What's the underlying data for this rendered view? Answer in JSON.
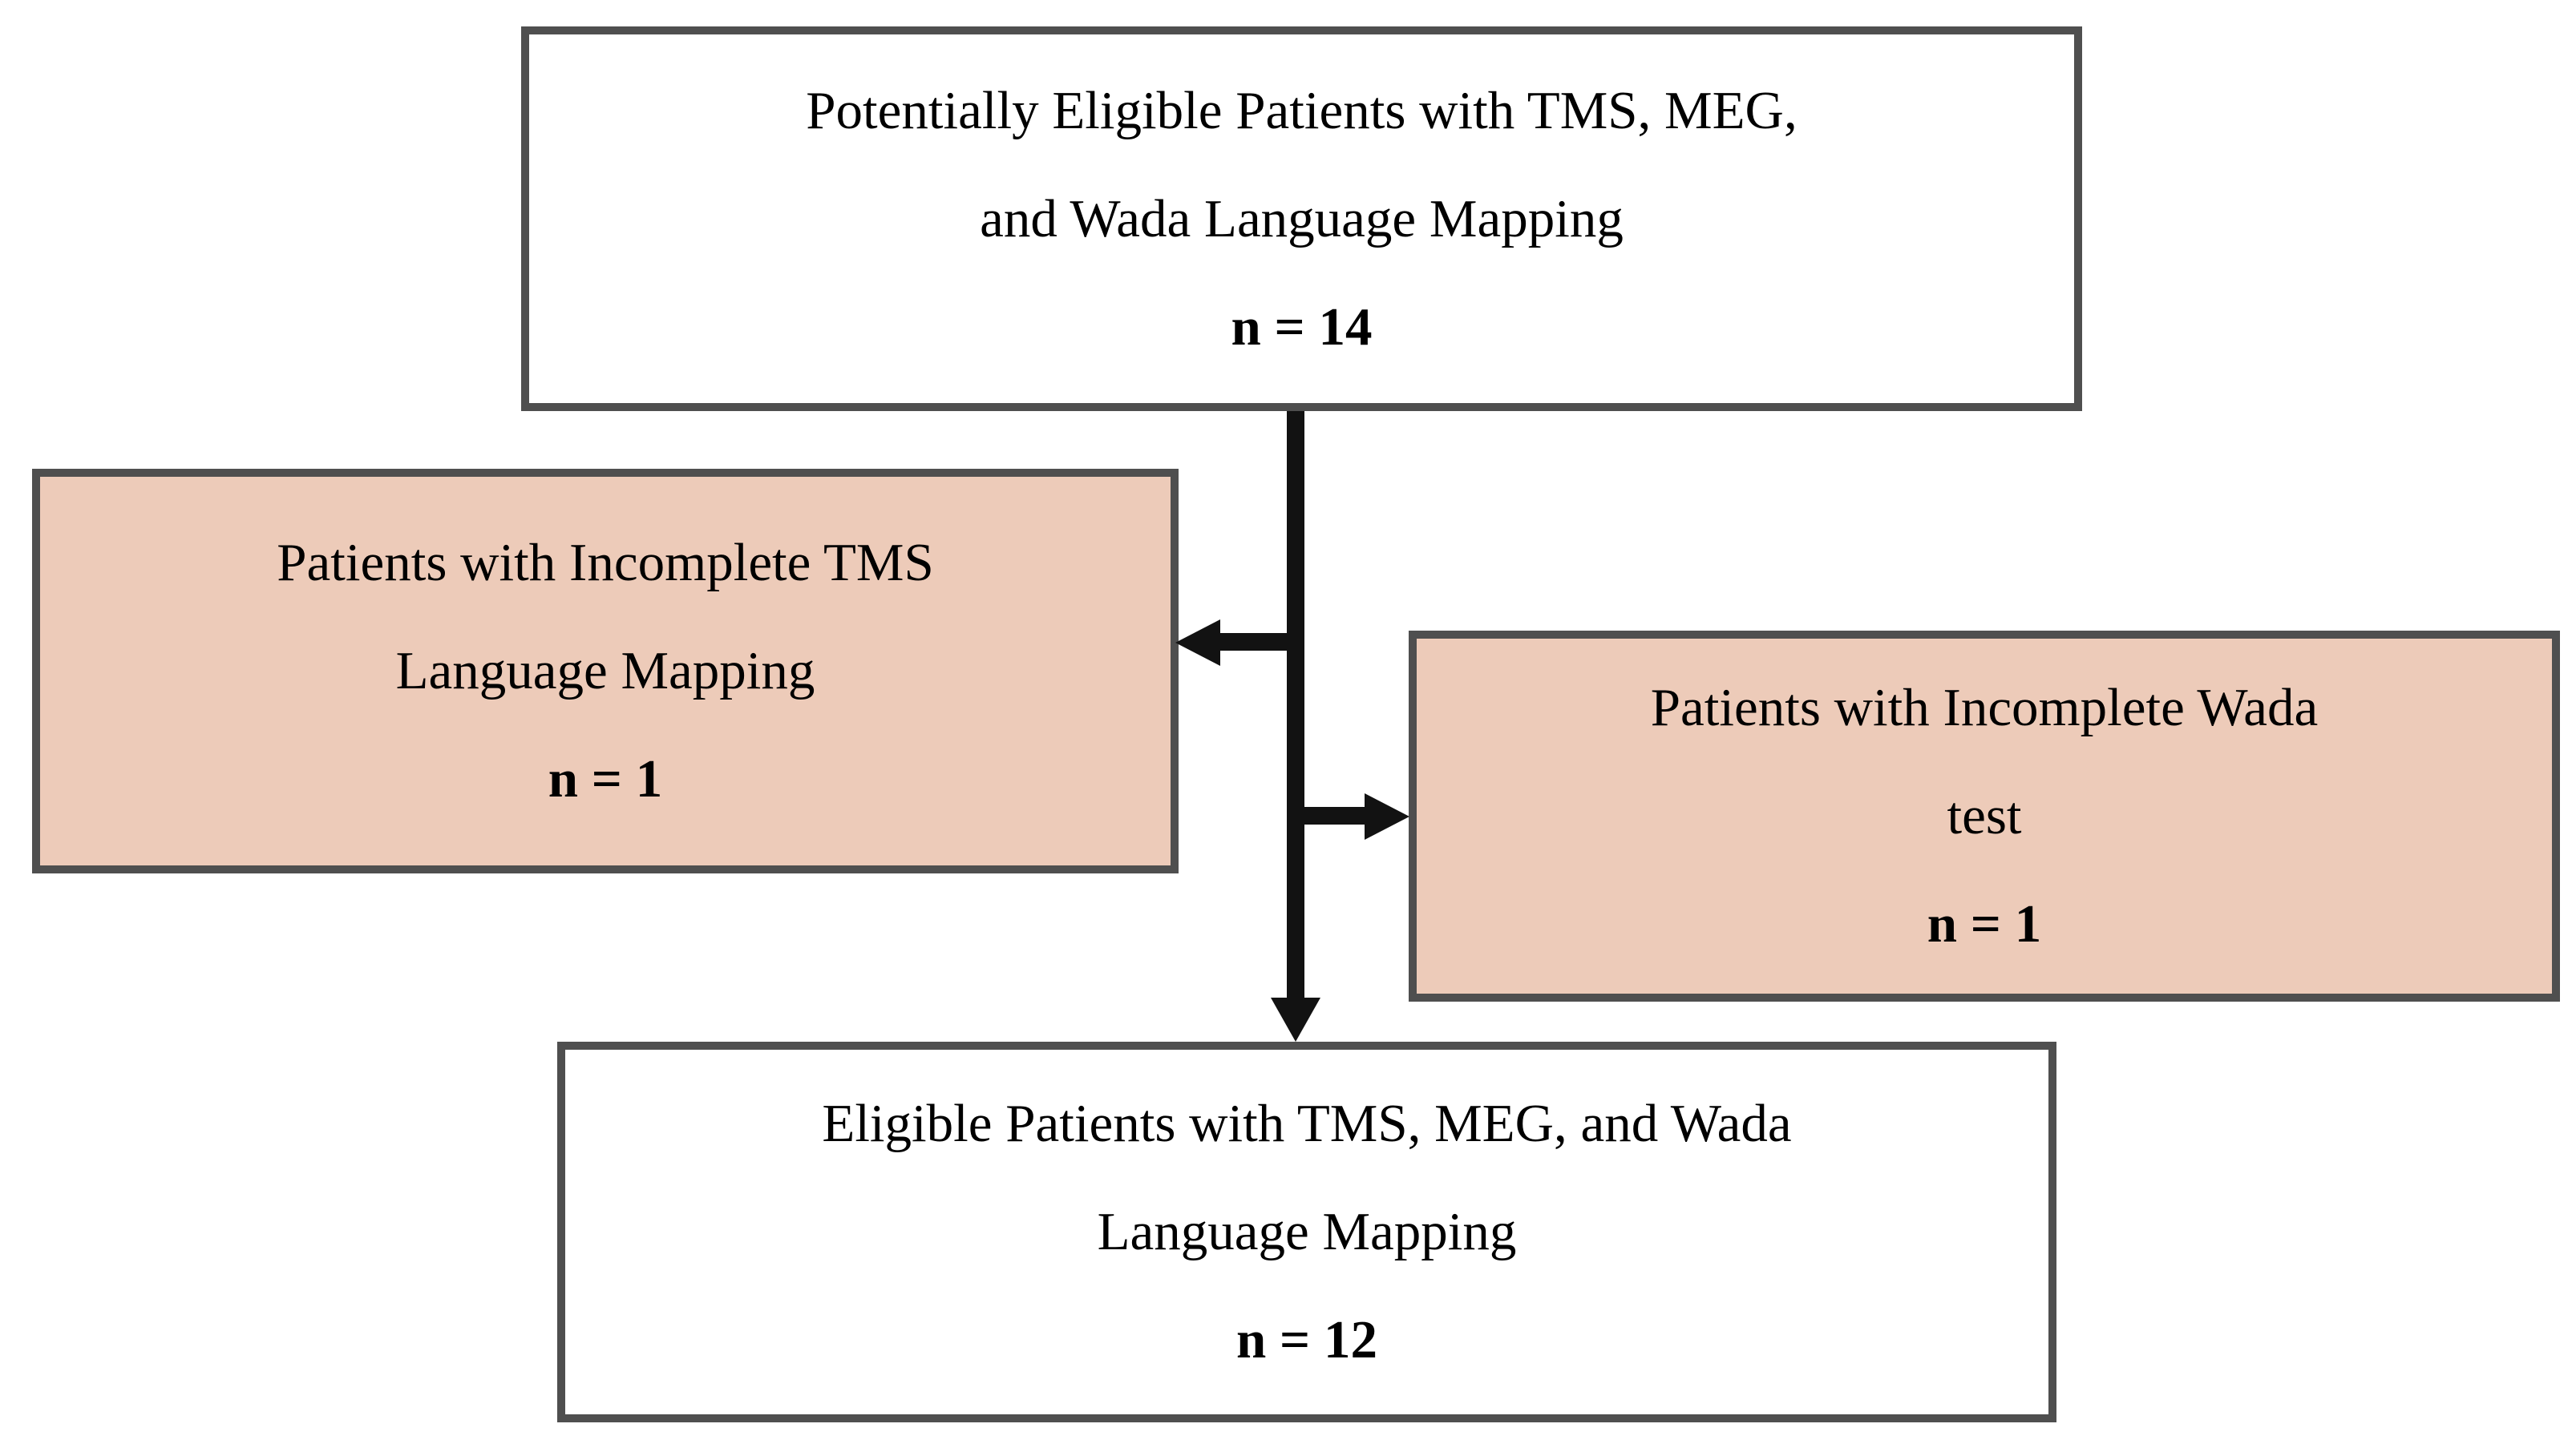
{
  "figure": {
    "type": "patient-flow-diagram"
  },
  "colors": {
    "box_border": "#4f4f4f",
    "main_box_fill": "#ffffff",
    "exclusion_box_fill": "#edcbb9",
    "arrow": "#121212",
    "text": "#000000",
    "background": "#ffffff"
  },
  "boxes": {
    "top": {
      "lines": [
        "Potentially Eligible Patients with TMS, MEG,",
        "and Wada Language Mapping"
      ],
      "count": "n = 14"
    },
    "left": {
      "lines": [
        "Patients with Incomplete TMS",
        "Language Mapping"
      ],
      "count": "n = 1"
    },
    "right": {
      "lines": [
        "Patients with Incomplete Wada",
        "test"
      ],
      "count": "n = 1"
    },
    "bottom": {
      "lines": [
        "Eligible Patients with TMS, MEG, and Wada",
        "Language Mapping"
      ],
      "count": "n = 12"
    }
  }
}
